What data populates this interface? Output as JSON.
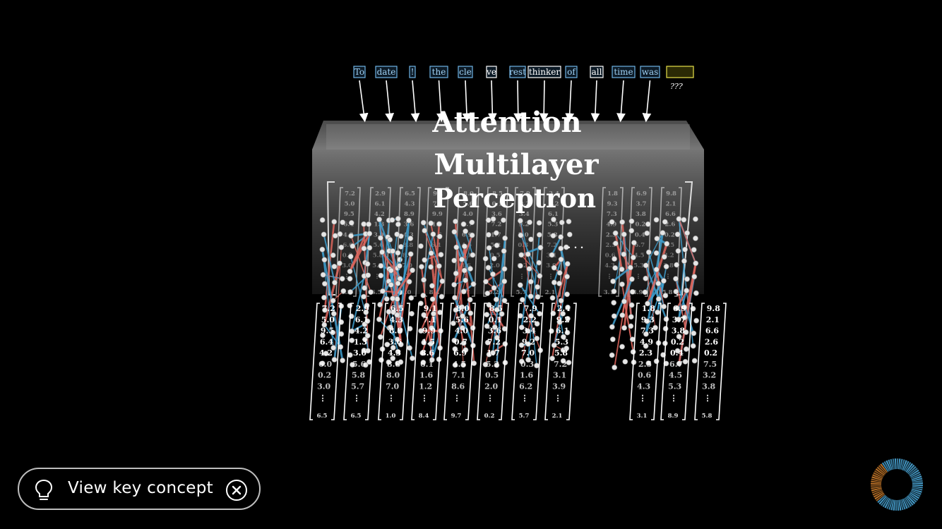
{
  "video": {
    "titles": {
      "line1": "Attention",
      "line2": "Multilayer",
      "line3": "Perceptron"
    },
    "tokens": [
      {
        "text": "To",
        "highlight": "blue"
      },
      {
        "text": "date",
        "highlight": "blue"
      },
      {
        "text": "!",
        "highlight": "blue"
      },
      {
        "text": "the",
        "highlight": "blue"
      },
      {
        "text": "cle",
        "highlight": "blue"
      },
      {
        "text": "ve",
        "highlight": "white"
      },
      {
        "text": "rest",
        "highlight": "blue"
      },
      {
        "text": "thinker",
        "highlight": "white"
      },
      {
        "text": "of",
        "highlight": "blue"
      },
      {
        "text": "all",
        "highlight": "white"
      },
      {
        "text": "time",
        "highlight": "blue"
      },
      {
        "text": "was",
        "highlight": "blue"
      },
      {
        "text": "",
        "highlight": "yellow"
      }
    ],
    "prediction_label": "???",
    "ellipsis": ". . .",
    "front_vectors": [
      {
        "values": [
          "7.2",
          "5.0",
          "9.5",
          "6.4",
          "4.2",
          "6.0",
          "0.2",
          "3.0"
        ],
        "last": "6.5"
      },
      {
        "values": [
          "2.9",
          "6.1",
          "4.2",
          "1.3",
          "3.0",
          "5.6",
          "5.8",
          "5.7"
        ],
        "last": "6.5"
      },
      {
        "values": [
          "6.5",
          "4.3",
          "8.9",
          "3.6",
          "4.3",
          "8.8",
          "8.0",
          "7.0"
        ],
        "last": "1.0"
      },
      {
        "values": [
          "9.1",
          "7.1",
          "9.9",
          "1.5",
          "8.6",
          "6.1",
          "1.6",
          "1.2"
        ],
        "last": "8.4"
      },
      {
        "values": [
          "8.0",
          "5.6",
          "4.0",
          "0.7",
          "6.9",
          "4.5",
          "7.1",
          "8.6"
        ],
        "last": "9.7"
      },
      {
        "values": [
          "8.5",
          "0.1",
          "3.6",
          "7.2",
          "1.7",
          "5.2",
          "0.5",
          "2.0"
        ],
        "last": "0.2"
      },
      {
        "values": [
          "7.9",
          "2.2",
          "3.4",
          "9.2",
          "7.0",
          "0.3",
          "1.6",
          "6.2"
        ],
        "last": "5.7"
      },
      {
        "values": [
          "2.4",
          "9.2",
          "6.1",
          "5.3",
          "5.8",
          "7.2",
          "3.1",
          "3.9"
        ],
        "last": "2.1"
      },
      {
        "values": [
          "1.8",
          "9.3",
          "7.3",
          "4.9",
          "2.3",
          "2.5",
          "0.6",
          "4.3"
        ],
        "last": "3.1"
      },
      {
        "values": [
          "6.9",
          "3.7",
          "3.8",
          "0.2",
          "0.4",
          "6.7",
          "4.5",
          "5.3"
        ],
        "last": "8.9"
      },
      {
        "values": [
          "9.8",
          "2.1",
          "6.6",
          "2.6",
          "0.2",
          "7.5",
          "3.2",
          "3.8"
        ],
        "last": "5.8"
      }
    ],
    "neuron_colors": {
      "positive": "#e0675e",
      "negative": "#3fa0d0",
      "node": "#e6e6e6"
    }
  },
  "key_concept": {
    "label": "View key concept",
    "bulb_icon": "lightbulb-icon",
    "close_icon": "close-icon"
  },
  "colors": {
    "background": "#000000",
    "token_blue": "#6fb3e6",
    "token_yellow": "#e8e24a",
    "ring_orange": "#c97a2a",
    "ring_blue": "#4aa7d8"
  }
}
